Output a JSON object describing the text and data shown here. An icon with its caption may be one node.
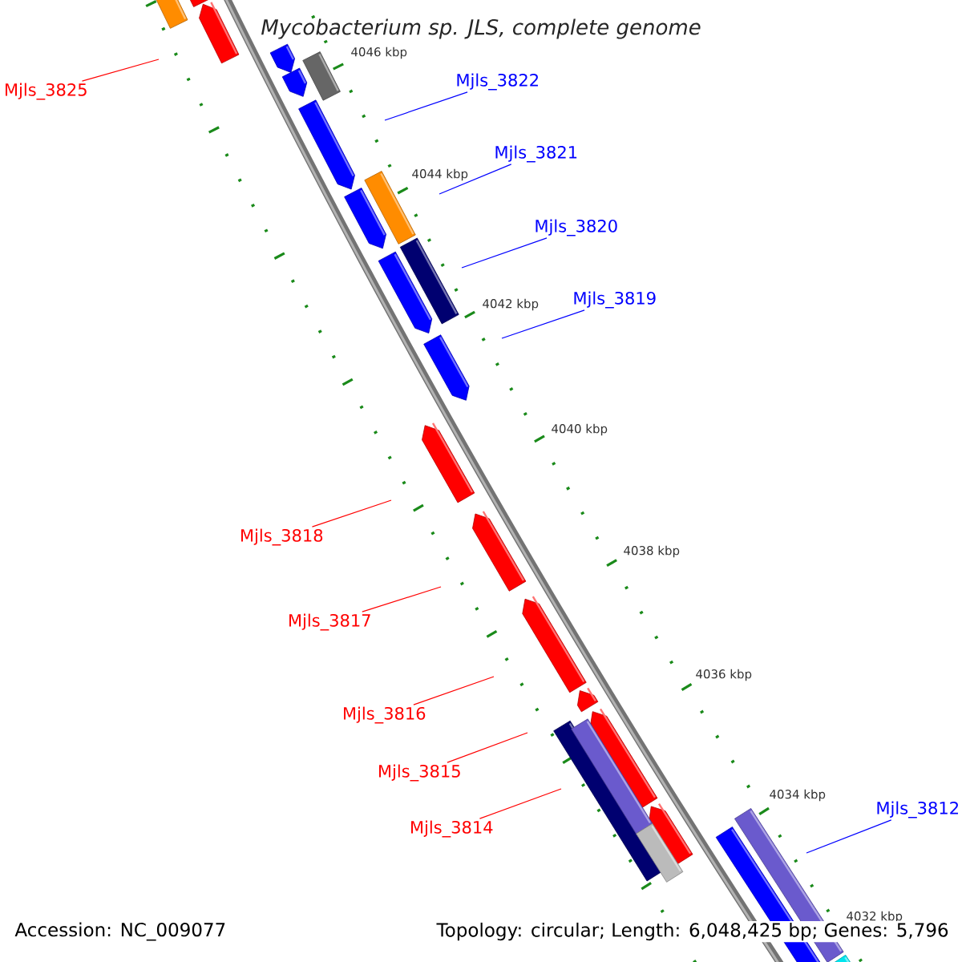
{
  "diagram": {
    "title": "Mycobacterium sp. JLS, complete genome",
    "nodes": [
      {
        "text": [
          "Mjls_3825"
        ]
      },
      {
        "text": [
          "Mjls_3822"
        ]
      },
      {
        "text": [
          "Mjls_3821"
        ]
      },
      {
        "text": [
          "Mjls_3820"
        ]
      },
      {
        "text": [
          "Mjls_3819"
        ]
      },
      {
        "text": [
          "Mjls_3818"
        ]
      },
      {
        "text": [
          "Mjls_3817"
        ]
      },
      {
        "text": [
          "Mjls_3816"
        ]
      },
      {
        "text": [
          "Mjls_3815"
        ]
      },
      {
        "text": [
          "Mjls_3814"
        ]
      },
      {
        "text": [
          "Mjls_3812"
        ]
      }
    ],
    "edges": [
      {
        "from": 0,
        "to": null,
        "arrow": "none"
      },
      {
        "from": 1,
        "to": null,
        "arrow": "none",
        "color": "#0000ff"
      },
      {
        "from": 2,
        "to": null,
        "arrow": "none",
        "color": "#0000ff"
      },
      {
        "from": 3,
        "to": null,
        "arrow": "none",
        "color": "#0000ff"
      },
      {
        "from": 4,
        "to": null,
        "arrow": "none",
        "color": "#0000ff"
      },
      {
        "from": 5,
        "to": null,
        "arrow": "none"
      },
      {
        "from": 6,
        "to": null,
        "arrow": "none"
      },
      {
        "from": 7,
        "to": null,
        "arrow": "none"
      },
      {
        "from": 8,
        "to": null,
        "arrow": "none"
      },
      {
        "from": 9,
        "to": null,
        "arrow": "none"
      },
      {
        "from": 10,
        "to": null,
        "arrow": "none",
        "color": "#0000ff"
      }
    ],
    "labels": [
      "4046 kbp",
      "4044 kbp",
      "4042 kbp",
      "4040 kbp",
      "4038 kbp",
      "4036 kbp",
      "4034 kbp",
      "4032 kbp",
      "Accession: NC_009077",
      "Topology: circular; Length: 6,048,425 bp; Genes: 5,796"
    ]
  }
}
